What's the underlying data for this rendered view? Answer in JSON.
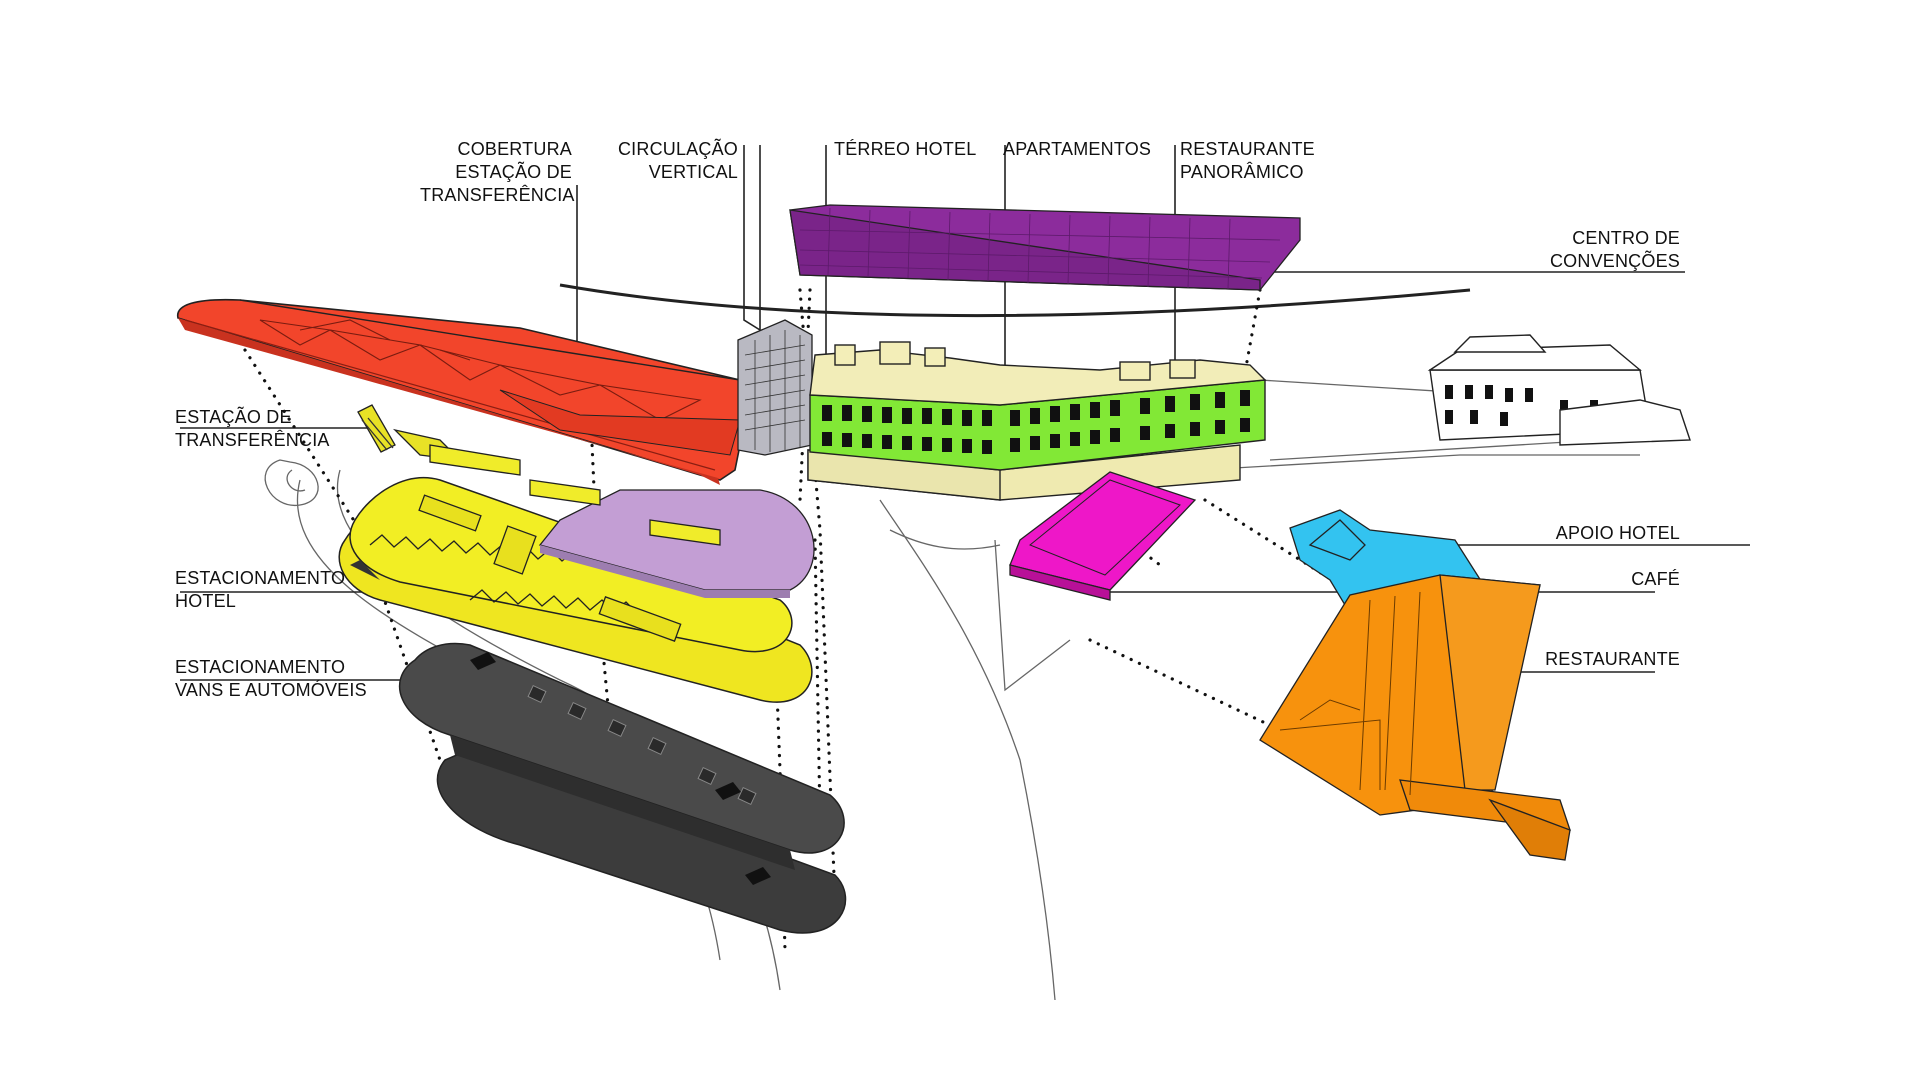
{
  "diagram": {
    "colors": {
      "cobertura": "#f2452b",
      "estacao": "#ecea2a",
      "estacionamento_hotel": "#f2ee24",
      "estacionamento_vans": "#454545",
      "lilac": "#c39ed4",
      "centro_convencoes": "#8c2c9c",
      "apartamentos": "#82e836",
      "terreo": "#f2edb8",
      "circulacao": "#9a9aa2",
      "cafe": "#ee17c8",
      "apoio_hotel": "#33c3f0",
      "restaurante": "#f7920d",
      "lines": "#222222"
    },
    "labels": {
      "cobertura": [
        "COBERTURA",
        "ESTAÇÃO DE",
        "TRANSFERÊNCIA"
      ],
      "circulacao": [
        "CIRCULAÇÃO",
        "VERTICAL"
      ],
      "terreo": [
        "TÉRREO HOTEL"
      ],
      "apartamentos": [
        "APARTAMENTOS"
      ],
      "restaurante_panoramico": [
        "RESTAURANTE",
        "PANORÂMICO"
      ],
      "centro_convencoes": [
        "CENTRO DE",
        "CONVENÇÕES"
      ],
      "estacao_transferencia": [
        "ESTAÇÃO DE",
        "TRANSFERÊNCIA"
      ],
      "estacionamento_hotel": [
        "ESTACIONAMENTO",
        "HOTEL"
      ],
      "estacionamento_vans": [
        "ESTACIONAMENTO",
        "VANS E AUTOMÓVEIS"
      ],
      "apoio_hotel": [
        "APOIO HOTEL"
      ],
      "cafe": [
        "CAFÉ"
      ],
      "restaurante": [
        "RESTAURANTE"
      ]
    }
  }
}
